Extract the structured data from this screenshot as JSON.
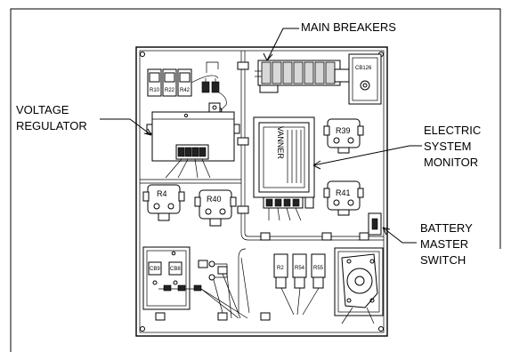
{
  "labels": {
    "main_breakers": "MAIN BREAKERS",
    "voltage_regulator_1": "VOLTAGE",
    "voltage_regulator_2": "REGULATOR",
    "esm_1": "ELECTRIC",
    "esm_2": "SYSTEM",
    "esm_3": "MONITOR",
    "bms_1": "BATTERY",
    "bms_2": "MASTER",
    "bms_3": "SWITCH"
  },
  "components": {
    "relays_top": [
      "R10",
      "R22",
      "R42"
    ],
    "breaker_cover": "CB126",
    "relay_r39": "R39",
    "relay_r41": "R41",
    "relay_r4": "R4",
    "relay_r40": "R40",
    "vanner_brand": "VANNER",
    "relays_bottom": [
      "R2",
      "R54",
      "R55"
    ],
    "fuse_labels": [
      "CB9",
      "CB8"
    ]
  }
}
